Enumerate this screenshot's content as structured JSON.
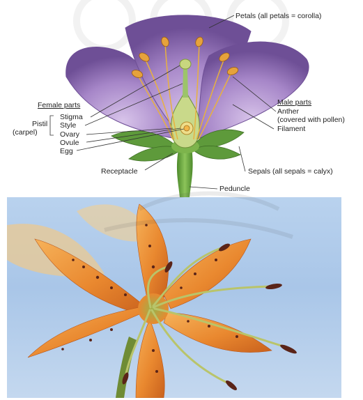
{
  "diagram": {
    "labels": {
      "petals": "Petals (all petals = corolla)",
      "female_parts": "Female parts",
      "stigma": "Stigma",
      "style": "Style",
      "pistil": "Pistil",
      "carpel": "(carpel)",
      "ovary": "Ovary",
      "ovule": "Ovule",
      "egg": "Egg",
      "male_parts": "Male parts",
      "anther": "Anther",
      "anther_note": "(covered with pollen)",
      "filament": "Filament",
      "receptacle": "Receptacle",
      "sepals": "Sepals (all sepals = calyx)",
      "peduncle": "Peduncle"
    },
    "colors": {
      "petal": "#9d7fc0",
      "petal_dark": "#6f4f96",
      "sepal": "#5e9a3b",
      "stem": "#6aa844",
      "anther": "#e6a23c",
      "ovary": "#c9d98a"
    }
  },
  "photo": {
    "subject": "tiger lily",
    "colors": {
      "sky": "#b0cbea",
      "petal": "#e9882f",
      "spot": "#5a2418",
      "stamen": "#b9c46a"
    }
  }
}
